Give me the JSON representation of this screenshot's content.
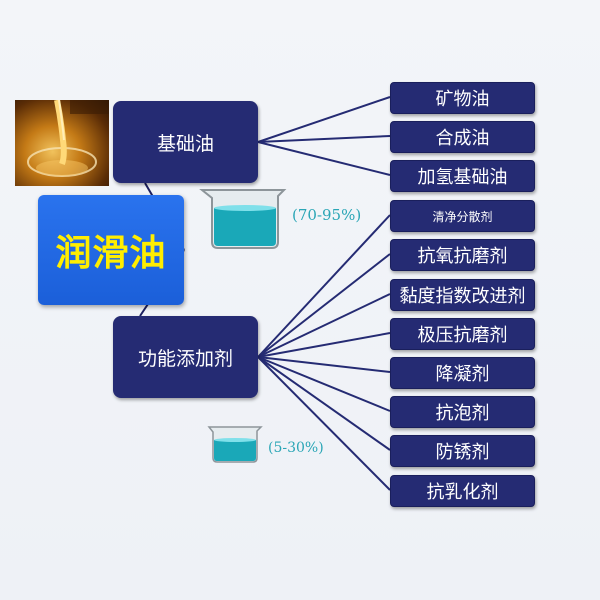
{
  "main_label": "润滑油",
  "base_oil": {
    "label": "基础油",
    "percent": "(70-95%)",
    "items": [
      "矿物油",
      "合成油",
      "加氢基础油"
    ]
  },
  "additives": {
    "label": "功能添加剂",
    "percent": "(5-30%)",
    "items": [
      "清净分散剂",
      "抗氧抗磨剂",
      "黏度指数改进剂",
      "极压抗磨剂",
      "降凝剂",
      "抗泡剂",
      "防锈剂",
      "抗乳化剂"
    ]
  }
}
